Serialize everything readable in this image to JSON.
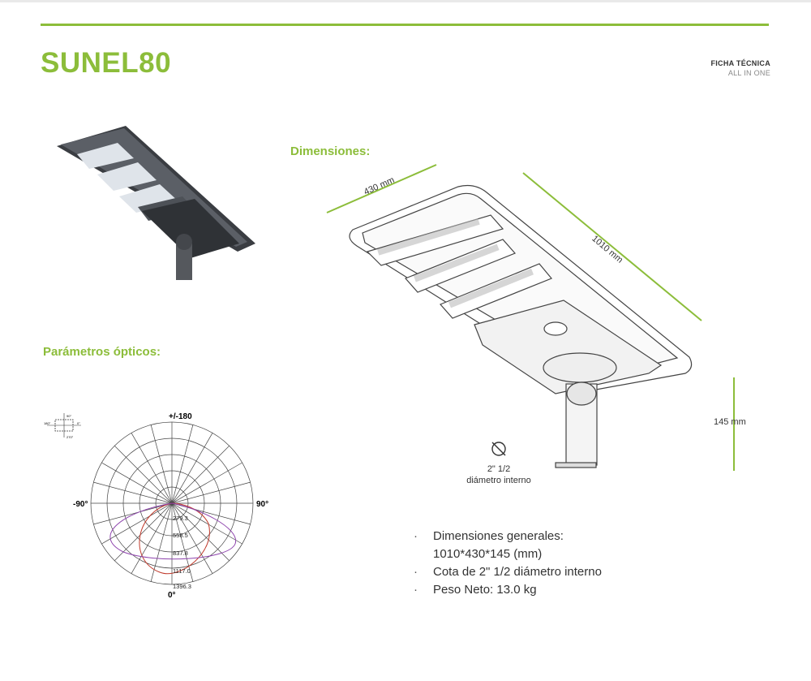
{
  "header": {
    "title": "SUNEL80",
    "sheet_label": "FICHA TÉCNICA",
    "sheet_sublabel": "ALL IN ONE"
  },
  "sections": {
    "dimensions_heading": "Dimensiones:",
    "optics_heading": "Parámetros ópticos:"
  },
  "dimensions": {
    "width_label": "430 mm",
    "length_label": "1010 mm",
    "height_label": "145 mm",
    "pipe_line1": "2\" 1/2",
    "pipe_line2": "diámetro interno"
  },
  "specs": {
    "general_label": "Dimensiones generales:",
    "general_value": "1010*430*145 (mm)",
    "bore": "Cota de 2\" 1/2 diámetro interno",
    "weight": "Peso Neto: 13.0 kg"
  },
  "polar": {
    "top_label": "+/-180",
    "left_label": "-90°",
    "right_label": "90°",
    "bottom_label": "0°",
    "ring_values": [
      "279.3",
      "558.5",
      "837.8",
      "1117.0",
      "1396.3"
    ],
    "mini_labels": [
      "90°",
      "180°",
      "0°",
      "270°"
    ],
    "colors": {
      "curve_a": "#c0392b",
      "curve_b": "#8e44ad",
      "grid": "#444444"
    }
  }
}
